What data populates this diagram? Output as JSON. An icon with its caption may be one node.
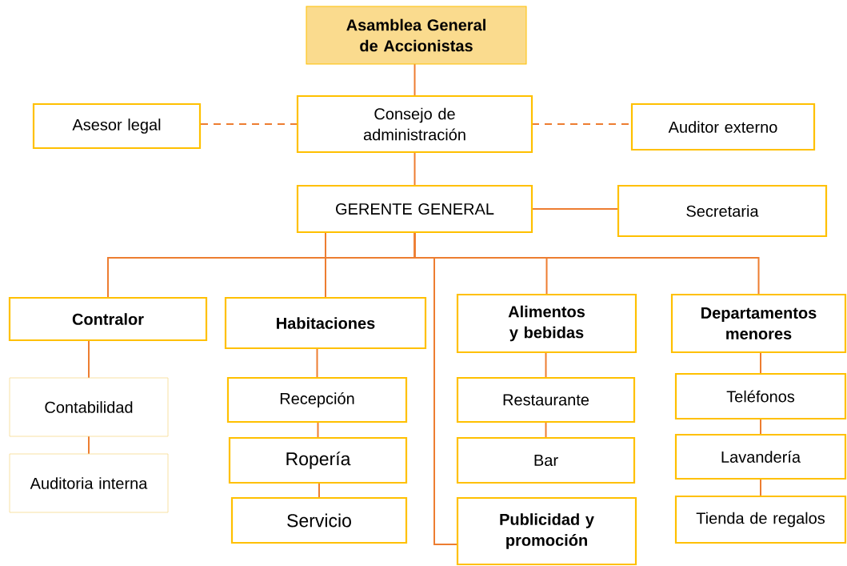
{
  "diagram": {
    "nodes": [
      {
        "text": [
          "Asamblea General de Accionistas"
        ]
      },
      {
        "text": [
          "Consejo de administración"
        ]
      },
      {
        "text": [
          "Asesor legal"
        ]
      },
      {
        "text": [
          "Auditor externo"
        ]
      },
      {
        "text": [
          "GERENTE GENERAL"
        ]
      },
      {
        "text": [
          "Secretaria"
        ]
      },
      {
        "text": [
          "Contralor"
        ]
      },
      {
        "text": [
          "Habitaciones"
        ]
      },
      {
        "text": [
          "Alimentos y bebidas"
        ]
      },
      {
        "text": [
          "Departamentos menores"
        ]
      },
      {
        "text": [
          "Contabilidad"
        ]
      },
      {
        "text": [
          "Auditoria interna"
        ]
      },
      {
        "text": [
          "Recepción"
        ]
      },
      {
        "text": [
          "Ropería"
        ]
      },
      {
        "text": [
          "Servicio"
        ]
      },
      {
        "text": [
          "Restaurante"
        ]
      },
      {
        "text": [
          "Bar"
        ]
      },
      {
        "text": [
          "Publicidad y promoción"
        ]
      },
      {
        "text": [
          "Teléfonos"
        ]
      },
      {
        "text": [
          "Lavandería"
        ]
      },
      {
        "text": [
          "Tienda de regalos"
        ]
      }
    ],
    "edges": [
      {
        "from": 0,
        "to": 1,
        "arrow": "none"
      },
      {
        "from": 1,
        "to": 2,
        "arrow": "none",
        "style": "dashed"
      },
      {
        "from": 1,
        "to": 3,
        "arrow": "none",
        "style": "dashed"
      },
      {
        "from": 1,
        "to": 4,
        "arrow": "none"
      },
      {
        "from": 4,
        "to": 5,
        "arrow": "none"
      },
      {
        "from": 4,
        "to": 6,
        "arrow": "none"
      },
      {
        "from": 4,
        "to": 7,
        "arrow": "none"
      },
      {
        "from": 4,
        "to": 8,
        "arrow": "none"
      },
      {
        "from": 4,
        "to": 9,
        "arrow": "none"
      },
      {
        "from": 4,
        "to": 17,
        "arrow": "none"
      },
      {
        "from": 6,
        "to": 10,
        "arrow": "none"
      },
      {
        "from": 10,
        "to": 11,
        "arrow": "none"
      },
      {
        "from": 7,
        "to": 12,
        "arrow": "none"
      },
      {
        "from": 12,
        "to": 13,
        "arrow": "none"
      },
      {
        "from": 13,
        "to": 14,
        "arrow": "none"
      },
      {
        "from": 8,
        "to": 15,
        "arrow": "none"
      },
      {
        "from": 15,
        "to": 16,
        "arrow": "none"
      },
      {
        "from": 9,
        "to": 18,
        "arrow": "none"
      },
      {
        "from": 18,
        "to": 19,
        "arrow": "none"
      },
      {
        "from": 19,
        "to": 20,
        "arrow": "none"
      }
    ]
  }
}
